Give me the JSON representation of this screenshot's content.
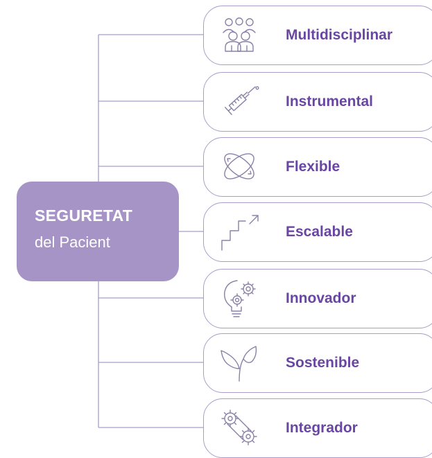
{
  "center": {
    "title": "SEGURETAT",
    "subtitle": "del Pacient"
  },
  "items": [
    {
      "label": "Multidisciplinar",
      "icon": "team-icon"
    },
    {
      "label": "Instrumental",
      "icon": "syringe-icon"
    },
    {
      "label": "Flexible",
      "icon": "orbit-arrows-icon"
    },
    {
      "label": "Escalable",
      "icon": "stairs-arrow-icon"
    },
    {
      "label": "Innovador",
      "icon": "lightbulb-gears-icon"
    },
    {
      "label": "Sostenible",
      "icon": "sprout-icon"
    },
    {
      "label": "Integrador",
      "icon": "gears-icon"
    }
  ],
  "colors": {
    "accent": "#6a46a3",
    "box": "#a794c6",
    "line": "#a99ccc"
  }
}
